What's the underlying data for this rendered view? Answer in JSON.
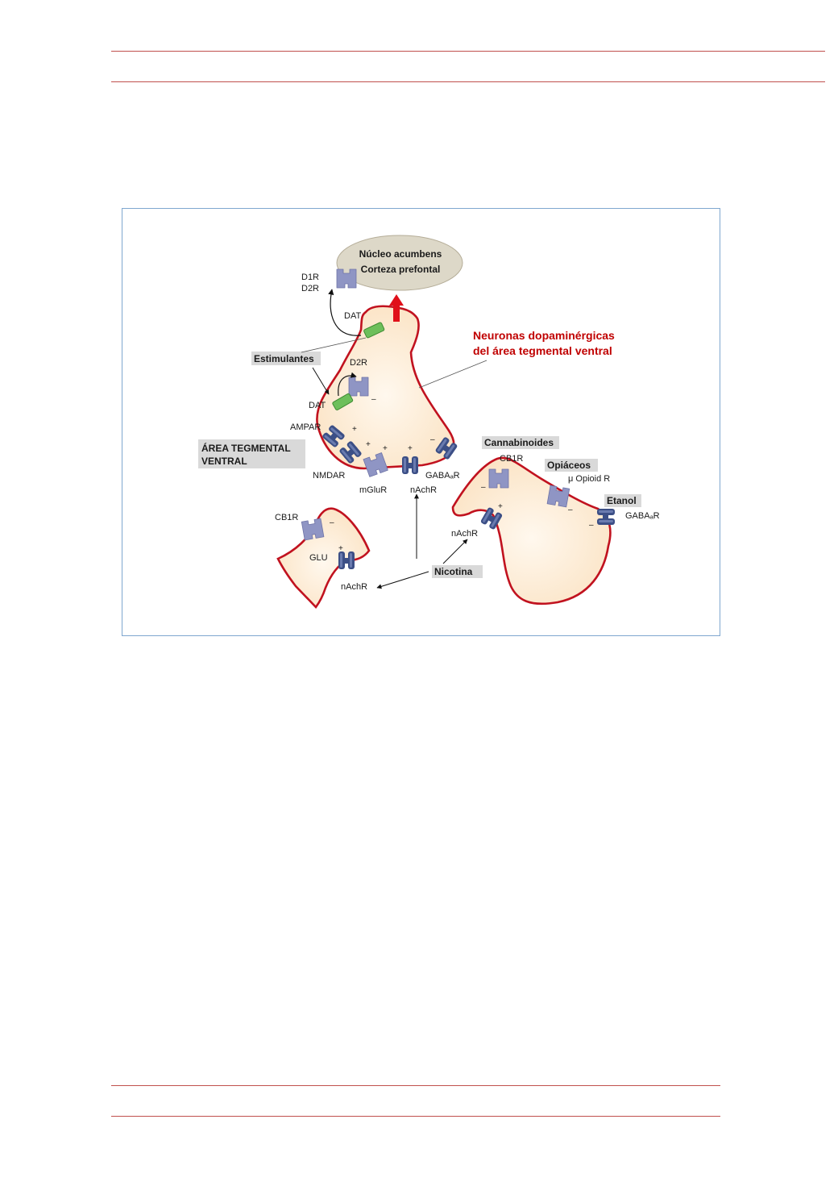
{
  "colors": {
    "rule": "#c0504d",
    "frame": "#7fa7cf",
    "membrane": "#c1121f",
    "cytoplasm": "#fdebd3",
    "receptor_grey": "#8f95c4",
    "channel_blue": "#3c4f86",
    "transporter_green": "#6dbf5b",
    "target_ellipse": "#ddd8c8",
    "label_box": "#d9d9d9",
    "title_red": "#c00000"
  },
  "diagram": {
    "target": {
      "line1": "Núcleo acumbens",
      "line2": "Corteza prefontal"
    },
    "title": {
      "line1": "Neuronas dopaminérgicas",
      "line2": "del área tegmental ventral"
    },
    "region": {
      "line1": "ÁREA TEGMENTAL",
      "line2": "VENTRAL"
    },
    "drugs": {
      "stimulants": "Estimulantes",
      "cannabinoids": "Cannabinoides",
      "opiates": "Opiáceos",
      "ethanol": "Etanol",
      "nicotine": "Nicotina"
    },
    "labels": {
      "d1r": "D1R",
      "d2r_post": "D2R",
      "dat_top": "DAT",
      "d2r_auto": "D2R",
      "dat_mid": "DAT",
      "ampar": "AMPAR",
      "nmdar": "NMDAR",
      "mglur": "mGluR",
      "nachr_da": "nAchR",
      "gabaar_da": "GABAₐR",
      "cb1r_gaba": "CB1R",
      "mu_opioid": "μ Opioid R",
      "gabaar_gaba": "GABAₐR",
      "nachr_gaba": "nAchR",
      "cb1r_glu": "CB1R",
      "glu": "GLU",
      "nachr_glu": "nAchR"
    },
    "signs": {
      "minus": "–",
      "plus": "+"
    }
  }
}
